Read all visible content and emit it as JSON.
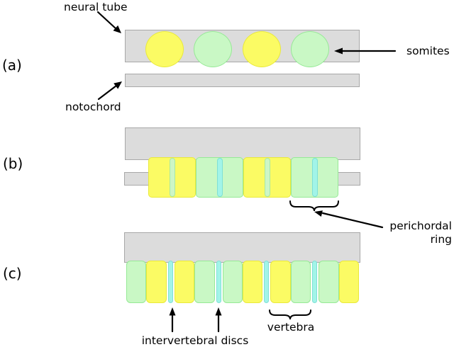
{
  "figure": {
    "description": "somite to vertebra development diagram"
  },
  "colors": {
    "gray_fill": "#dcdcdc",
    "gray_border": "#a8a8a8",
    "yellow_fill": "#fbfb64",
    "yellow_border": "#e9e93a",
    "green_fill": "#c9f8c5",
    "green_border": "#96e996",
    "cyan_fill": "#a2f4e8",
    "cyan_border": "#7fe0d6",
    "pale_stripe_fill": "#cdf6c6",
    "pale_stripe_border": "#a9e8a5",
    "annotation": "#000000"
  },
  "panels": {
    "a": {
      "label": "(a)",
      "neural_tube_label": "neural tube",
      "notochord_label": "notochord",
      "somites_label": "somites",
      "somites": [
        "yellow",
        "green",
        "yellow",
        "green"
      ]
    },
    "b": {
      "label": "(b)",
      "perichordal_label": "perichordal ring",
      "blocks": [
        {
          "fill": "yellow",
          "stripe": "palegreen"
        },
        {
          "fill": "green",
          "stripe": "cyan"
        },
        {
          "fill": "yellow",
          "stripe": "palegreen"
        },
        {
          "fill": "green",
          "stripe": "cyan"
        }
      ]
    },
    "c": {
      "label": "(c)",
      "discs_label": "intervertebral discs",
      "vertebra_label": "vertebra",
      "segments": [
        "green",
        "yellow",
        "disc",
        "yellow",
        "green",
        "disc",
        "green",
        "yellow",
        "disc",
        "yellow",
        "green",
        "disc",
        "green",
        "yellow"
      ]
    }
  }
}
